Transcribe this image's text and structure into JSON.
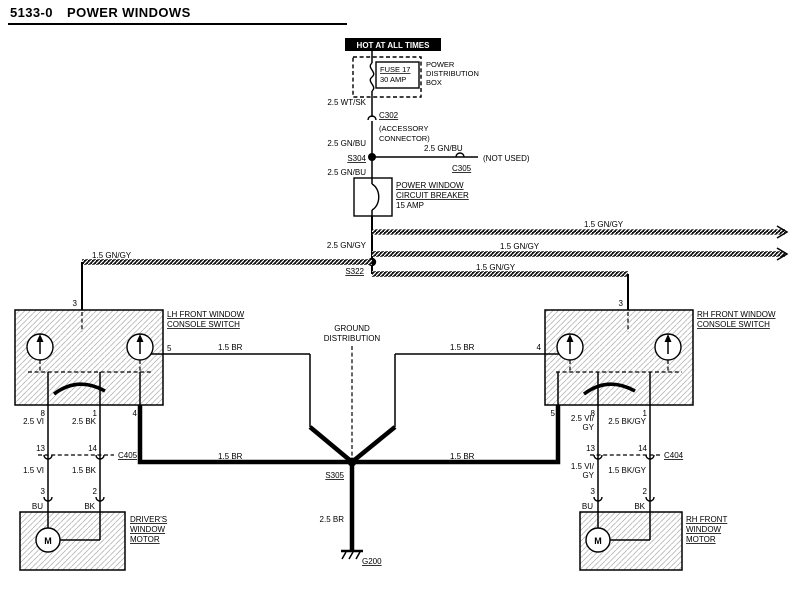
{
  "colors": {
    "ink": "#000000",
    "paper": "#ffffff"
  },
  "header": {
    "code": "5133-0",
    "title": "POWER WINDOWS"
  },
  "feed": {
    "hot_label": "HOT AT ALL TIMES",
    "fuse_name": "FUSE 17",
    "fuse_rating": "30 AMP",
    "dist_box_label": [
      "POWER",
      "DISTRIBUTION",
      "BOX"
    ],
    "wire_wt_sk": "2.5 WT/SK",
    "c302_label": "C302",
    "c302_desc": [
      "(ACCESSORY",
      "CONNECTOR)"
    ],
    "wire_gn_bu_above_s304": "2.5 GN/BU",
    "s304_label": "S304",
    "wire_gn_bu_branch": "2.5 GN/BU",
    "not_used_label": "(NOT USED)",
    "c305_label": "C305",
    "wire_gn_bu_below_s304": "2.5 GN/BU",
    "breaker_label": [
      "POWER WINDOW",
      "CIRCUIT BREAKER"
    ],
    "breaker_rating": "15 AMP",
    "wire_gn_gy": "2.5 GN/GY",
    "s322_label": "S322"
  },
  "bus": {
    "right_top": "1.5 GN/GY",
    "right_mid": "1.5 GN/GY",
    "to_rh_switch": "1.5 GN/GY",
    "to_lh_switch": "1.5 GN/GY"
  },
  "lh_switch": {
    "name": [
      "LH FRONT WINDOW",
      "CONSOLE SWITCH"
    ],
    "pin_top": "3",
    "pin_right": "5",
    "pin_bottom_1": "8",
    "pin_bottom_2": "1",
    "pin_bottom_3": "4"
  },
  "rh_switch": {
    "name": [
      "RH FRONT WINDOW",
      "CONSOLE SWITCH"
    ],
    "pin_top": "3",
    "pin_left": "4",
    "pin_bottom_1": "5",
    "pin_bottom_2": "8",
    "pin_bottom_3": "1"
  },
  "ground": {
    "name": [
      "GROUND",
      "DISTRIBUTION"
    ],
    "wire_lh_upper": "1.5 BR",
    "wire_rh_upper": "1.5 BR",
    "wire_lh_lower": "1.5 BR",
    "wire_rh_lower": "1.5 BR",
    "s305_label": "S305",
    "wire_to_ground": "2.5 BR",
    "g200_label": "G200"
  },
  "lh_branch": {
    "wire_up_1": "2.5 VI",
    "wire_up_2": "2.5 BK",
    "pin_13": "13",
    "pin_14": "14",
    "connector": "C405",
    "wire_low_1": "1.5 VI",
    "wire_low_2": "1.5 BK",
    "pin_3": "3",
    "pin_2": "2",
    "color_1": "BU",
    "color_2": "BK",
    "motor_symbol": "M",
    "motor_name": [
      "DRIVER'S",
      "WINDOW",
      "MOTOR"
    ]
  },
  "rh_branch": {
    "wire_up_1": [
      "2.5 VI/",
      "GY"
    ],
    "wire_up_2": "2.5 BK/GY",
    "pin_13": "13",
    "pin_14": "14",
    "connector": "C404",
    "wire_low_1": [
      "1.5 VI/",
      "GY"
    ],
    "wire_low_2": "1.5 BK/GY",
    "pin_3": "3",
    "pin_2": "2",
    "color_1": "BU",
    "color_2": "BK",
    "motor_symbol": "M",
    "motor_name": [
      "RH FRONT",
      "WINDOW",
      "MOTOR"
    ]
  }
}
